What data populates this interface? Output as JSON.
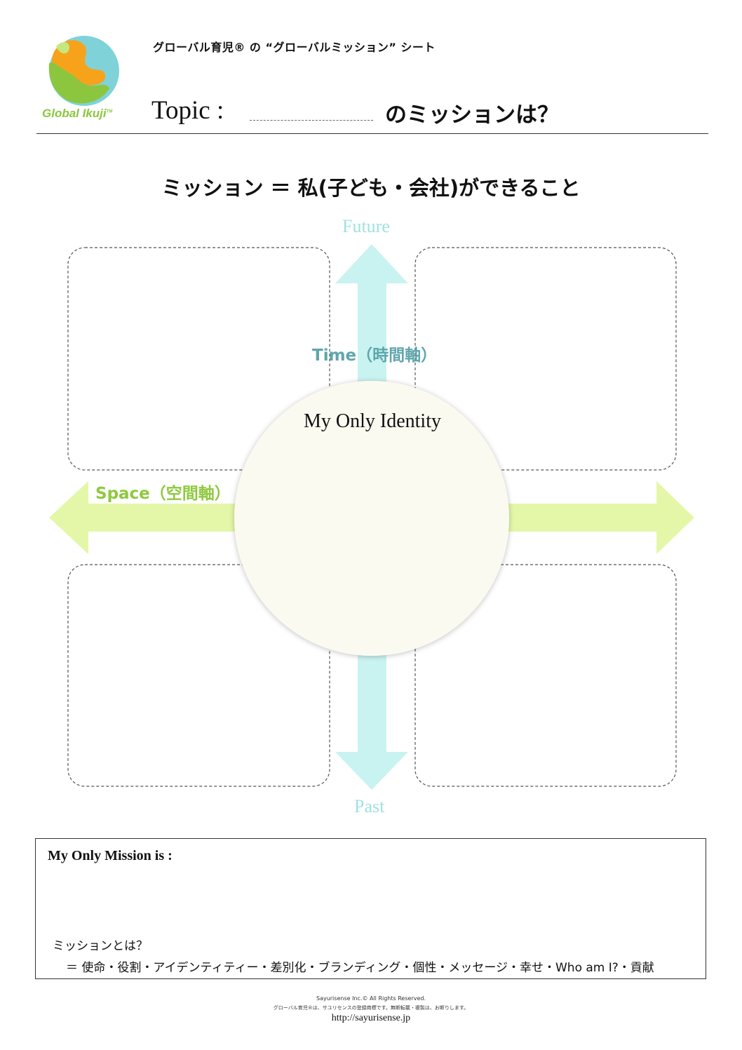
{
  "header": {
    "sheet_title": "グローバル育児® の “グローバルミッション” シート",
    "topic_label": "Topic :",
    "topic_suffix": "のミッションは？"
  },
  "logo": {
    "text": "Global Ikuji",
    "tm": "TM",
    "colors": {
      "green": "#8cc63f",
      "orange": "#f7a21b",
      "teal": "#7fd3d8"
    }
  },
  "main": {
    "mission_formula": "ミッション ＝ 私(子ども・会社)ができること",
    "time_axis": {
      "future": "Future",
      "past": "Past",
      "label": "Time（時間軸）",
      "color": "#c9f3f1"
    },
    "space_axis": {
      "label": "Space（空間軸）",
      "color": "#e4f7a8"
    },
    "identity": "My Only Identity",
    "circle_color": "#fbfaf1"
  },
  "mission": {
    "label": "My Only Mission  is :",
    "question": "ミッションとは？",
    "definition": "＝ 使命・役割・アイデンティティー・差別化・ブランディング・個性・メッセージ・幸せ・Who am I?・貢献"
  },
  "footer": {
    "copyright": "Sayurisense Inc.© All Rights Reserved.",
    "note": "グローバル育児®は、サユリセンスの登録商標です。無断転載・複製は、お断りします。",
    "url": "http://sayurisense.jp"
  }
}
